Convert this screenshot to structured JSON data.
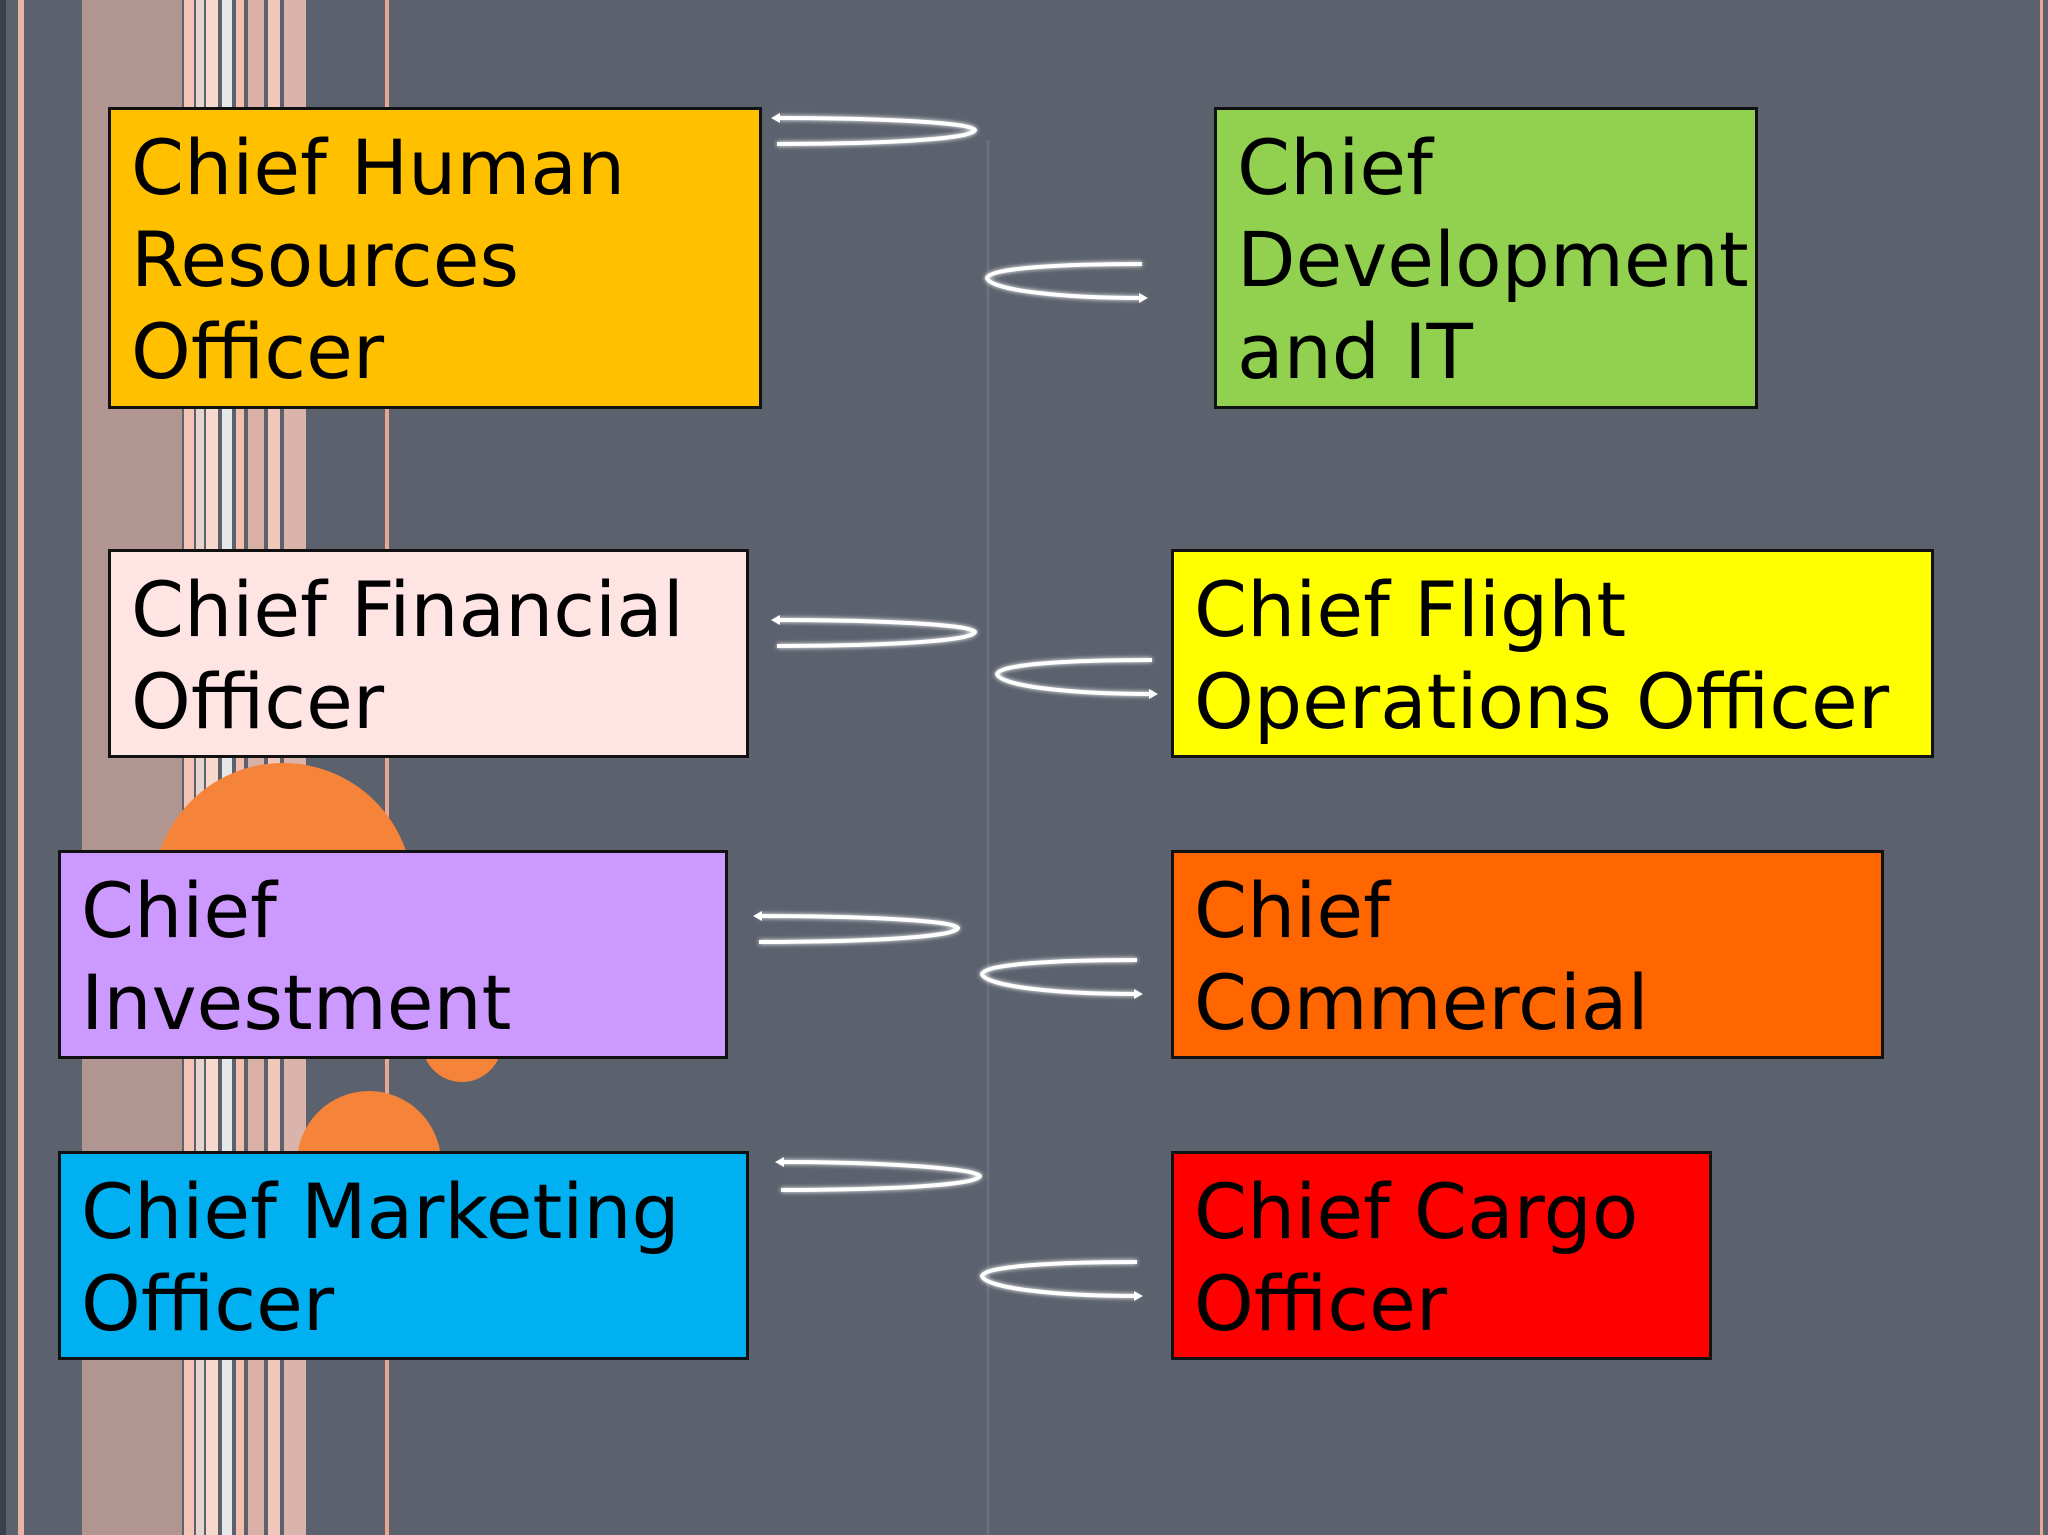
{
  "diagram": {
    "left_column": [
      {
        "id": "hr",
        "label": "Chief Human Resources Officer",
        "color": "#ffc000"
      },
      {
        "id": "finance",
        "label": "Chief Financial Officer",
        "color": "#ffe4e4"
      },
      {
        "id": "investment",
        "label": "Chief Investment Officer",
        "color": "#cc99ff"
      },
      {
        "id": "marketing",
        "label": "Chief Marketing Officer",
        "color": "#00b0f0"
      }
    ],
    "right_column": [
      {
        "id": "dev-it",
        "label": "Chief Development and IT Officer:",
        "color": "#92d050"
      },
      {
        "id": "flight-ops",
        "label": "Chief Flight Operations Officer",
        "color": "#ffff00"
      },
      {
        "id": "commercial",
        "label": "Chief Commercial Officer",
        "color": "#ff6600"
      },
      {
        "id": "cargo",
        "label": "Chief Cargo Officer",
        "color": "#ff0000"
      }
    ]
  },
  "theme": {
    "background": "#5b616d",
    "accent_orange": "#f5843a",
    "connector": "#ffffff"
  }
}
